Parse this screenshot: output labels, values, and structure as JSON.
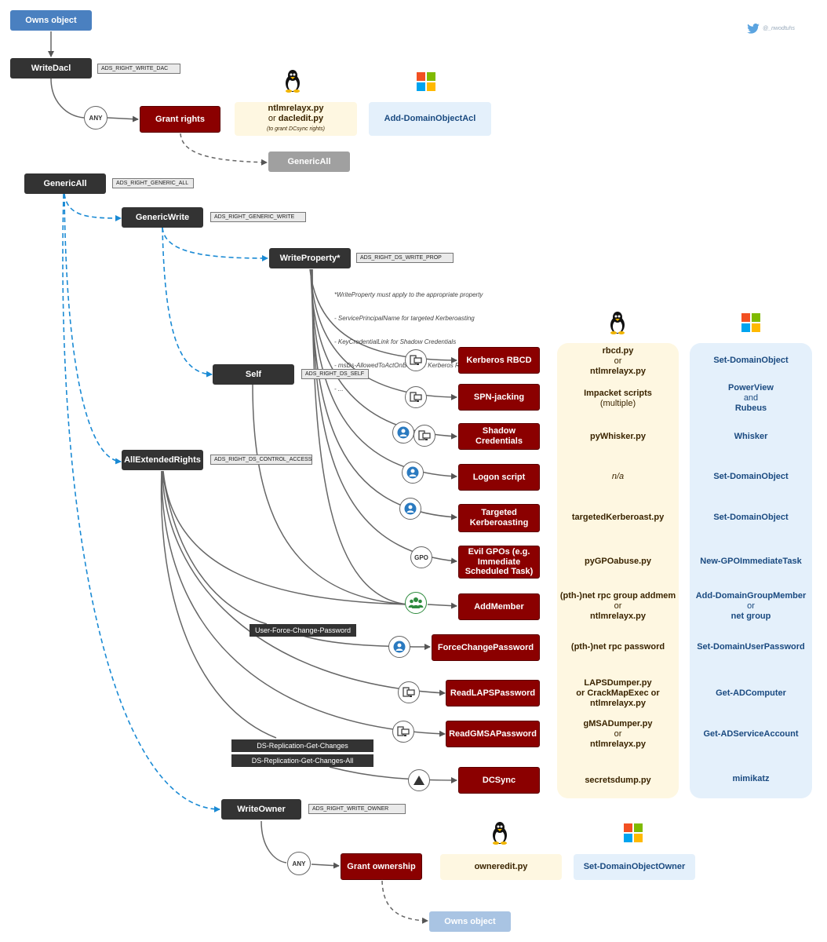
{
  "twitter": {
    "handle": "@_nwodtuhs"
  },
  "nodes": {
    "owns_object": "Owns object",
    "write_dacl": "WriteDacl",
    "grant_rights": "Grant rights",
    "generic_all_target": "GenericAll",
    "generic_all": "GenericAll",
    "generic_write": "GenericWrite",
    "write_property": "WriteProperty*",
    "self": "Self",
    "all_extended_rights": "AllExtendedRights",
    "write_owner": "WriteOwner",
    "grant_ownership": "Grant ownership",
    "owns_object_end": "Owns object"
  },
  "tags": {
    "write_dac": "ADS_RIGHT_WRITE_DAC",
    "generic_all": "ADS_RIGHT_GENERIC_ALL",
    "generic_write": "ADS_RIGHT_GENERIC_WRITE",
    "write_prop": "ADS_RIGHT_DS_WRITE_PROP",
    "self": "ADS_RIGHT_DS_SELF",
    "control_access": "ADS_RIGHT_DS_CONTROL_ACCESS",
    "write_owner": "ADS_RIGHT_WRITE_OWNER"
  },
  "any_label": "ANY",
  "gpo_label": "GPO",
  "grant_rights_tools": {
    "linux_line1": "ntlmrelayx.py",
    "linux_or": "or",
    "linux_line2": "dacledit.py",
    "linux_note": "(to grant DCsync rights)",
    "windows": "Add-DomainObjectAcl"
  },
  "write_property_note": [
    "*WriteProperty must apply to the appropriate property",
    "- ServicePrincipalName for targeted Kerberoasting",
    "- KeyCredentialLink for Shadow Credentials",
    "- msDs-AllowedToActOnBe.... for Kerberos RBCD",
    "- ..."
  ],
  "extended_labels": {
    "force_change": "User-Force-Change-Password",
    "ds_repl": "DS-Replication-Get-Changes",
    "ds_repl_all": "DS-Replication-Get-Changes-All"
  },
  "attacks": [
    {
      "label": "Kerberos RBCD",
      "linux": [
        "rbcd.py",
        "or",
        "ntlmrelayx.py"
      ],
      "windows": [
        "Set-DomainObject"
      ]
    },
    {
      "label": "SPN-jacking",
      "linux": [
        "Impacket scripts",
        "(multiple)"
      ],
      "windows": [
        "PowerView",
        "and",
        "Rubeus"
      ]
    },
    {
      "label": "Shadow Credentials",
      "linux": [
        "pyWhisker.py"
      ],
      "windows": [
        "Whisker"
      ]
    },
    {
      "label": "Logon script",
      "linux": [
        "n/a"
      ],
      "windows": [
        "Set-DomainObject"
      ]
    },
    {
      "label": "Targeted Kerberoasting",
      "linux": [
        "targetedKerberoast.py"
      ],
      "windows": [
        "Set-DomainObject"
      ]
    },
    {
      "label": "Evil GPOs (e.g. Immediate Scheduled Task)",
      "linux": [
        "pyGPOabuse.py"
      ],
      "windows": [
        "New-GPOImmediateTask"
      ]
    },
    {
      "label": "AddMember",
      "linux": [
        "(pth-)net rpc group addmem",
        "or",
        "ntlmrelayx.py"
      ],
      "windows": [
        "Add-DomainGroupMember",
        "or",
        "net group"
      ]
    },
    {
      "label": "ForceChangePassword",
      "linux": [
        "(pth-)net rpc password"
      ],
      "windows": [
        "Set-DomainUserPassword"
      ]
    },
    {
      "label": "ReadLAPSPassword",
      "linux": [
        "LAPSDumper.py",
        "or CrackMapExec or",
        "ntlmrelayx.py"
      ],
      "windows": [
        "Get-ADComputer"
      ]
    },
    {
      "label": "ReadGMSAPassword",
      "linux": [
        "gMSADumper.py",
        "or",
        "ntlmrelayx.py"
      ],
      "windows": [
        "Get-ADServiceAccount"
      ]
    },
    {
      "label": "DCSync",
      "linux": [
        "secretsdump.py"
      ],
      "windows": [
        "mimikatz"
      ]
    }
  ],
  "owner_tools": {
    "linux": "owneredit.py",
    "windows": "Set-DomainObjectOwner"
  },
  "colors": {
    "dark": "#333333",
    "red": "#8b0000",
    "blue_start": "#4a80c0",
    "dashed_blue": "#1a8ad4",
    "linux_panel": "#fef7e1",
    "windows_panel": "#e4f0fb"
  }
}
